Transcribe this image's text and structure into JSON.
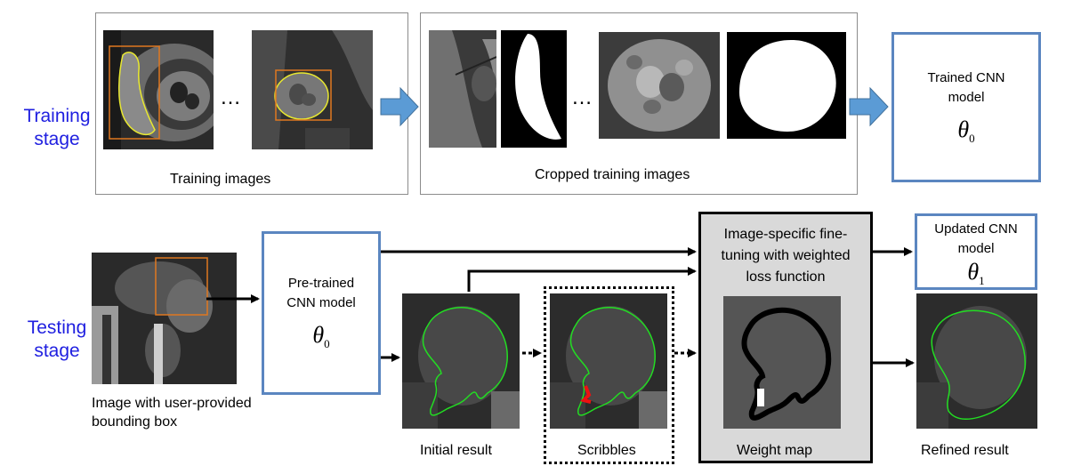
{
  "training": {
    "stage_label_line1": "Training",
    "stage_label_line2": "stage",
    "images_caption": "Training images",
    "cropped_caption": "Cropped training images",
    "ellipsis": "…",
    "model": {
      "line1": "Trained CNN",
      "line2": "model",
      "theta_symbol": "θ",
      "theta_sub": "0"
    }
  },
  "testing": {
    "stage_label_line1": "Testing",
    "stage_label_line2": "stage",
    "input_caption_line1": "Image with user-provided",
    "input_caption_line2": "bounding box",
    "pretrained": {
      "line1": "Pre-trained",
      "line2": "CNN model",
      "theta_symbol": "θ",
      "theta_sub": "0"
    },
    "initial_caption": "Initial result",
    "scribbles_caption": "Scribbles",
    "finetune": {
      "line1": "Image-specific  fine-",
      "line2": "tuning with weighted",
      "line3": "loss function"
    },
    "weightmap_caption": "Weight map",
    "updated": {
      "line1": "Updated CNN",
      "line2": "model",
      "theta_symbol": "θ",
      "theta_sub": "1"
    },
    "refined_caption": "Refined result"
  },
  "colors": {
    "stage_label": "#1f1fe0",
    "model_box_border": "#5b86c0",
    "arrow_blue": "#5b9bd5",
    "contour_green": "#22dd22",
    "contour_yellow": "#e8e830",
    "bbox_orange": "#e07820",
    "scribble_red": "#ee1111"
  }
}
